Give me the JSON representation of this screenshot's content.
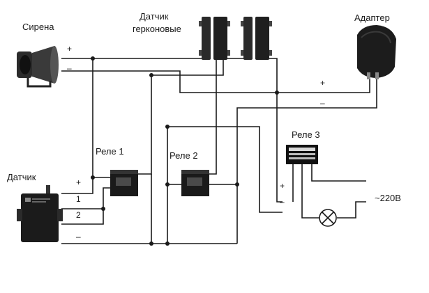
{
  "labels": {
    "siren": "Сирена",
    "reed_sensors_line1": "Датчик",
    "reed_sensors_line2": "герконовые",
    "adapter": "Адаптер",
    "relay1": "Реле 1",
    "relay2": "Реле 2",
    "relay3": "Реле 3",
    "sensor": "Датчик",
    "mains": "~220В"
  },
  "signs": {
    "plus": "+",
    "minus": "–",
    "one": "1",
    "two": "2"
  }
}
